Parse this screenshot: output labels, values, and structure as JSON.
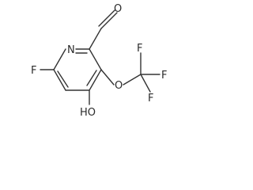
{
  "molecule": {
    "atoms": {
      "n": "N",
      "f": "F",
      "o_aldehyde": "O",
      "oh": "HO",
      "o_ether": "O",
      "f_top": "F",
      "f_right": "F",
      "f_bottom": "F"
    },
    "colors": {
      "bond": "#333333",
      "label": "#2a2a2a",
      "background": "#ffffff"
    }
  }
}
